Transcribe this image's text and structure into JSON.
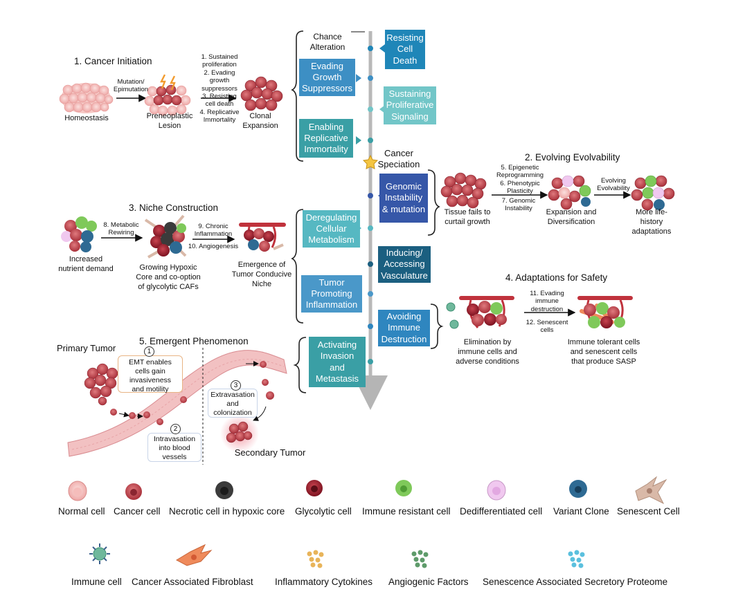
{
  "sections": {
    "initiation": "1.  Cancer Initiation",
    "evolvability": "2. Evolving Evolvability",
    "niche": "3. Niche Construction",
    "adaptations": "4. Adaptations for Safety",
    "emergent": "5. Emergent Phenomenon"
  },
  "initiation": {
    "homeostasis": "Homeostasis",
    "mutation": "Mutation/\nEpimutation",
    "preneoplastic": "Preneoplastic\nLesion",
    "steps": "1. Sustained\nproliferation\n2. Evading\ngrowth\nsuppressors\n3. Resisting\ncell death\n4. Replicative\nImmortality",
    "clonal": "Clonal\nExpansion"
  },
  "timeline": {
    "chance": "Chance\nAlteration",
    "speciation": "Cancer\nSpeciation",
    "left_boxes": [
      {
        "label": "Evading\nGrowth\nSuppressors",
        "color": "#3d8fc4"
      },
      {
        "label": "Enabling\nReplicative\nImmortality",
        "color": "#3a9fa5"
      },
      {
        "label": "Deregulating\nCellular\nMetabolism",
        "color": "#56b8c2"
      },
      {
        "label": "Tumor\nPromoting\nInflammation",
        "color": "#4a98c9"
      },
      {
        "label": "Activating\nInvasion\nand\nMetastasis",
        "color": "#3a9fa5"
      }
    ],
    "right_boxes": [
      {
        "label": "Resisting\nCell\nDeath",
        "color": "#1f86b8"
      },
      {
        "label": "Sustaining\nProliferative\nSignaling",
        "color": "#72c6c8"
      },
      {
        "label": "Genomic\nInstability\n& mutation",
        "color": "#3657a8"
      },
      {
        "label": "Inducing/\nAccessing\nVasculature",
        "color": "#1b5f80"
      },
      {
        "label": "Avoiding\nImmune\nDestruction",
        "color": "#2f86bf"
      }
    ]
  },
  "evolvability": {
    "tissue": "Tissue fails to\ncurtail growth",
    "steps": "5. Epigenetic\nReprogramming\n6. Phenotypic\nPlasticity",
    "genomic": "7. Genomic\nInstability",
    "expansion": "Expansion and\nDiversification",
    "evolving": "Evolving\nEvolvability",
    "adaptations": "More life-\nhistory\nadaptations"
  },
  "niche": {
    "metabolic": "8. Metabolic\nRewiring",
    "increased": "Increased\nnutrient demand",
    "hypoxic": "Growing Hypoxic\nCore and co-option\nof glycolytic CAFs",
    "chronic": "9. Chronic\nInflammation",
    "angiogenesis": "10. Angiogenesis",
    "emergence": "Emergence of\nTumor Conducive\nNiche"
  },
  "safety": {
    "evading": "11. Evading\nimmune\ndestruction",
    "senescent": "12. Senescent\ncells",
    "elimination": "Elimination by\nimmune cells and\nadverse conditions",
    "tolerant": "Immune tolerant cells\nand senescent cells\nthat produce SASP"
  },
  "emergent": {
    "primary": "Primary Tumor",
    "step1_num": "1",
    "step1": "EMT enables\ncells gain\ninvasiveness\nand motility",
    "step2_num": "2",
    "step2": "Intravasation\ninto blood\nvessels",
    "step3_num": "3",
    "step3": "Extravasation\nand\ncolonization",
    "secondary": "Secondary Tumor"
  },
  "legend": [
    {
      "label": "Normal cell",
      "icon": "normal-cell-icon",
      "color": "#f2b3b0"
    },
    {
      "label": "Cancer cell",
      "icon": "cancer-cell-icon",
      "color": "#c9545a"
    },
    {
      "label": "Necrotic cell in hypoxic core",
      "icon": "necrotic-cell-icon",
      "color": "#3b3b3b"
    },
    {
      "label": "Glycolytic cell",
      "icon": "glycolytic-cell-icon",
      "color": "#a8232e"
    },
    {
      "label": "Immune resistant cell",
      "icon": "immune-resistant-cell-icon",
      "color": "#7fc95a"
    },
    {
      "label": "Dedifferentiated cell",
      "icon": "dedifferentiated-cell-icon",
      "color": "#f0c8ef"
    },
    {
      "label": "Variant Clone",
      "icon": "variant-clone-icon",
      "color": "#2e6a93"
    },
    {
      "label": "Senescent Cell",
      "icon": "senescent-cell-icon",
      "color": "#d9b9a8"
    },
    {
      "label": "Immune cell",
      "icon": "immune-cell-icon",
      "color": "#6fb89c"
    },
    {
      "label": "Cancer Associated Fibroblast",
      "icon": "caf-icon",
      "color": "#ef8a5b"
    },
    {
      "label": "Inflammatory Cytokines",
      "icon": "cytokines-icon",
      "color": "#e8b45a"
    },
    {
      "label": "Angiogenic Factors",
      "icon": "angiogenic-factors-icon",
      "color": "#5e9b6a"
    },
    {
      "label": "Senescence Associated Secretory Proteome",
      "icon": "sasp-icon",
      "color": "#5bc0de"
    }
  ]
}
